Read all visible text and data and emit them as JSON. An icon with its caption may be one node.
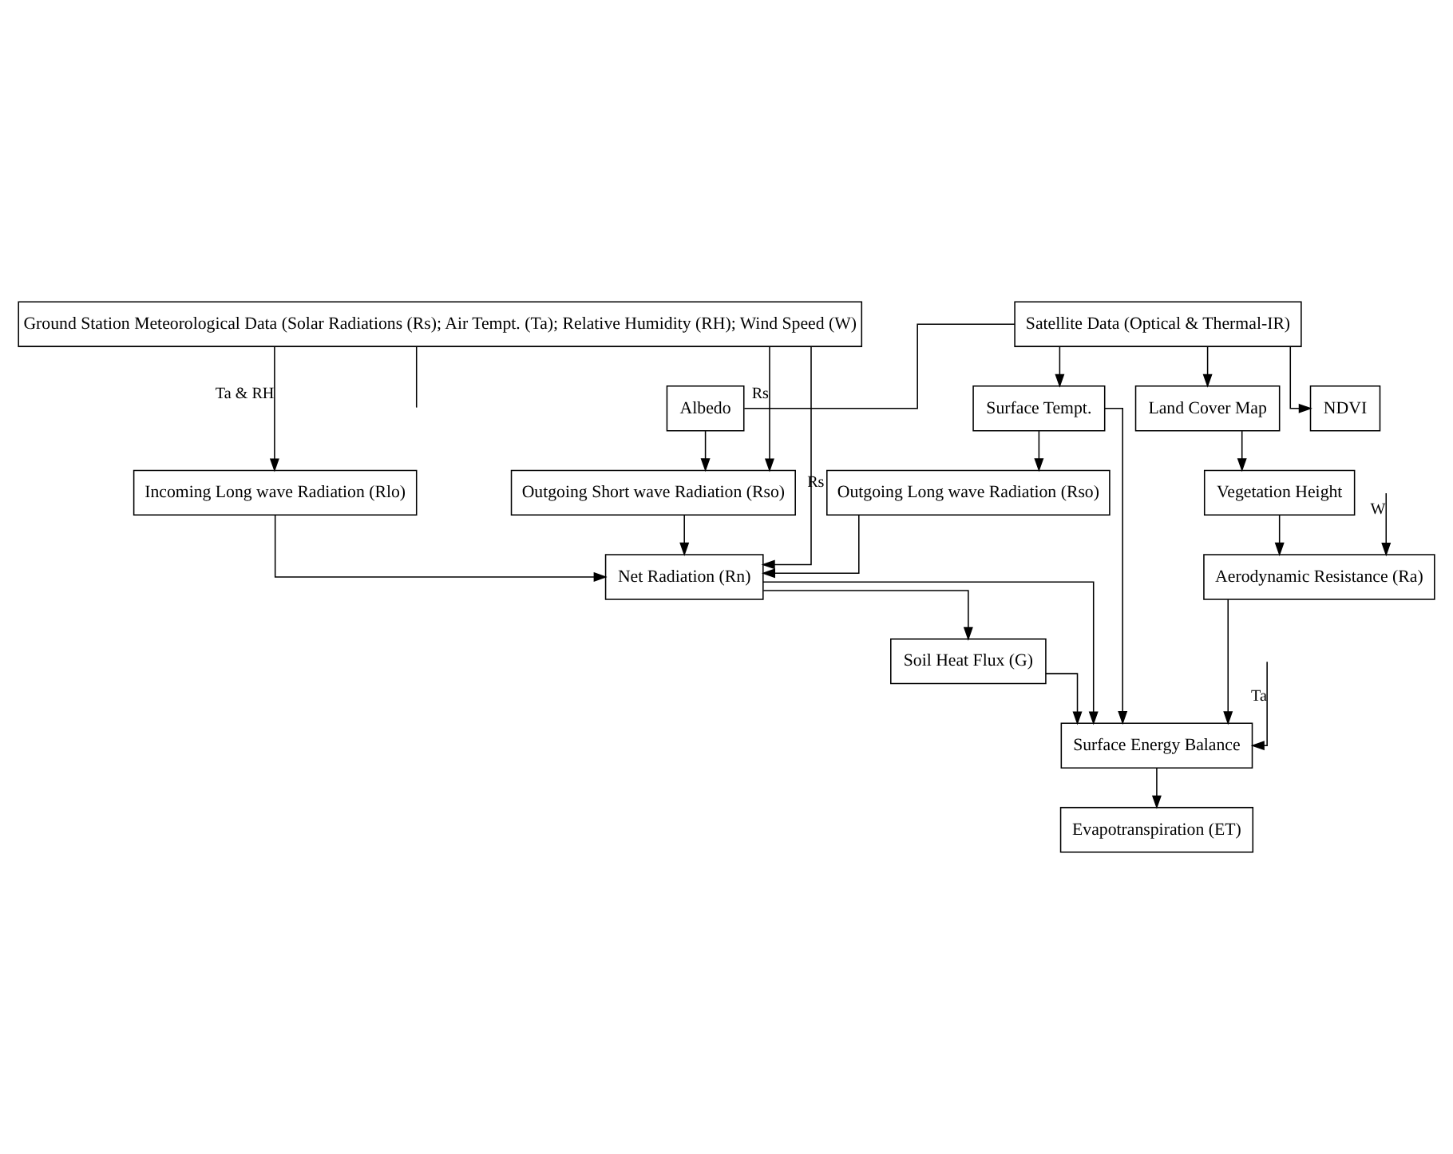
{
  "diagram": {
    "nodes": [
      {
        "text": [
          "Satellite Data (Optical & Thermal-IR)"
        ]
      },
      {
        "text": [
          "Ground Station Meteorological Data (Solar Radiations (Rs); Air Tempt. (Ta); Relative Humidity (RH); Wind Speed (W)"
        ]
      },
      {
        "text": [
          "Surface Tempt."
        ]
      },
      {
        "text": [
          "Albedo"
        ]
      },
      {
        "text": [
          "Land Cover Map"
        ]
      },
      {
        "text": [
          "Vegetation Height"
        ]
      },
      {
        "text": [
          "NDVI"
        ]
      },
      {
        "text": [
          "Outgoing Short wave Radiation (Rso)"
        ]
      },
      {
        "text": [
          "Outgoing Long wave Radiation (Rso)"
        ]
      },
      {
        "text": [
          "Incoming Long wave Radiation (Rlo)"
        ]
      },
      {
        "text": [
          "Net Radiation (Rn)"
        ]
      },
      {
        "text": [
          "Aerodynamic Resistance (Ra)"
        ]
      },
      {
        "text": [
          "Soil Heat Flux (G)"
        ]
      },
      {
        "text": [
          "Surface Energy Balance"
        ]
      },
      {
        "text": [
          "Evapotranspiration (ET)"
        ]
      }
    ],
    "edges": [
      {
        "from": 0,
        "to": 2,
        "arrow": "to"
      },
      {
        "from": 0,
        "to": 3,
        "arrow": "none"
      },
      {
        "from": 0,
        "to": 4,
        "arrow": "to"
      },
      {
        "from": 0,
        "to": 6,
        "arrow": "to"
      },
      {
        "from": 1,
        "to": 7,
        "label": "Rs",
        "arrow": "to"
      },
      {
        "from": 1,
        "to": 10,
        "label": "Rs",
        "arrow": "to"
      },
      {
        "from": 1,
        "to": 9,
        "label": "Ta & RH",
        "arrow": "to"
      },
      {
        "from": 1,
        "to": null,
        "arrow": "none"
      },
      {
        "from": 2,
        "to": 8,
        "arrow": "to"
      },
      {
        "from": 3,
        "to": 7,
        "arrow": "to"
      },
      {
        "from": 2,
        "to": 13,
        "arrow": "to"
      },
      {
        "from": 4,
        "to": 5,
        "arrow": "to"
      },
      {
        "from": 7,
        "to": 10,
        "arrow": "to"
      },
      {
        "from": 8,
        "to": 10,
        "arrow": "to"
      },
      {
        "from": 9,
        "to": 10,
        "arrow": "to"
      },
      {
        "from": 5,
        "to": 11,
        "arrow": "to"
      },
      {
        "from": null,
        "to": 11,
        "label": "W",
        "arrow": "to"
      },
      {
        "from": 10,
        "to": 12,
        "arrow": "to"
      },
      {
        "from": 10,
        "to": 13,
        "arrow": "to"
      },
      {
        "from": 11,
        "to": 13,
        "arrow": "to"
      },
      {
        "from": 12,
        "to": 13,
        "arrow": "to"
      },
      {
        "from": null,
        "to": 13,
        "label": "Ta",
        "arrow": "to"
      },
      {
        "from": 13,
        "to": 14,
        "arrow": "to"
      }
    ]
  }
}
